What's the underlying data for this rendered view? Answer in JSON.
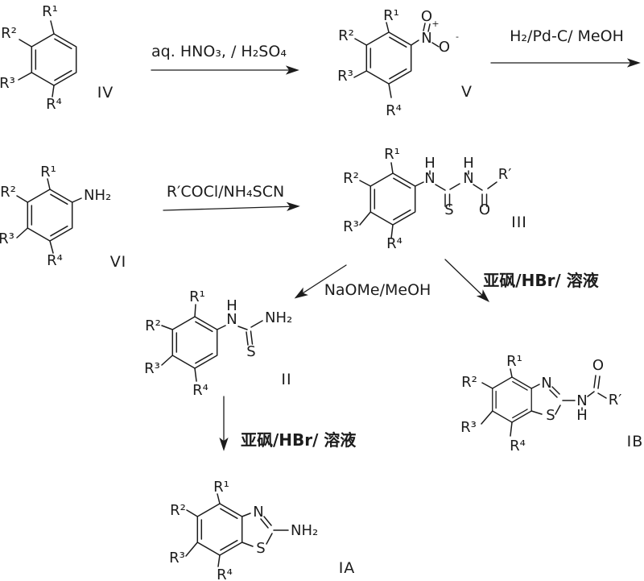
{
  "scheme": {
    "compounds": {
      "iv": "IV",
      "v": "V",
      "vi": "VI",
      "iii": "III",
      "ii": "II",
      "ib": "IB",
      "ia": "IA"
    },
    "reagents": {
      "nitration": "aq. HNO₃, / H₂SO₄",
      "reduction": "H₂/Pd-C/ MeOH",
      "acylation": "R′COCl/NH₄SCN",
      "base_cyclization": "NaOMe/MeOH",
      "hbr_cyclization": "亚砜/HBr/ 溶液"
    },
    "atoms": {
      "r1": "R¹",
      "r2": "R²",
      "r3": "R³",
      "r4": "R⁴",
      "rprime": "R′",
      "n": "N",
      "s": "S",
      "o": "O",
      "h": "H",
      "nh2": "NH₂",
      "plus": "+",
      "minus": "-"
    },
    "colors": {
      "ink": "#1c1c1c",
      "background": "#ffffff"
    }
  }
}
